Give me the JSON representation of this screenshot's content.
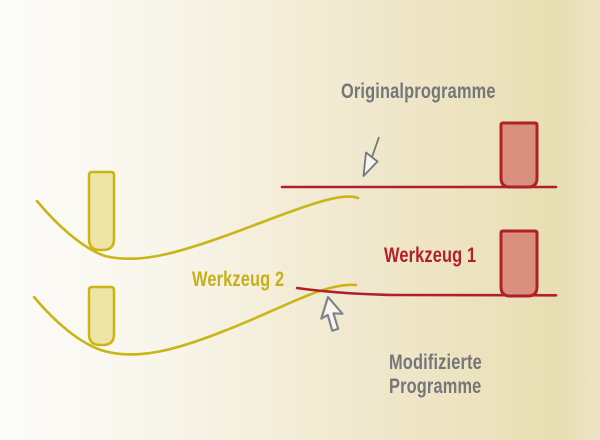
{
  "labels": {
    "original_programs": "Originalprogramme",
    "tool_1": "Werkzeug 1",
    "tool_2": "Werkzeug 2",
    "modified_programs_line_1": "Modifizierte",
    "modified_programs_line_2": "Programme"
  },
  "colors": {
    "red_stroke": "#b1202a",
    "red_fill": "#d9907e",
    "red_text": "#b22028",
    "yellow_stroke": "#c9b516",
    "yellow_fill": "#ede4a6",
    "yellow_text": "#c4b019",
    "gray_text": "#75767a",
    "annotation_stroke": "#73777d",
    "annotation_fill": "#f7f5ee",
    "cursor_stroke": "#80848b",
    "background_left": "#fcfcf9",
    "background_right": "#ebe2ba"
  }
}
